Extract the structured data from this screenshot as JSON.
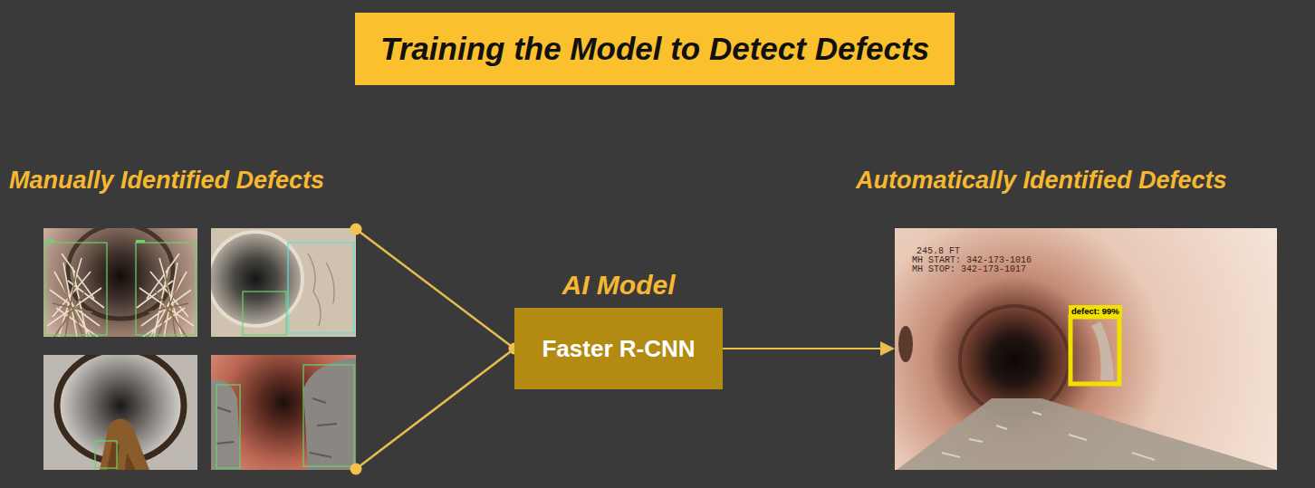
{
  "diagram": {
    "title": "Training the Model to Detect Defects",
    "nodes": [
      {
        "text": [
          "Manually Identified Defects"
        ]
      },
      {
        "text": [
          "AI Model",
          "Faster R-CNN"
        ]
      },
      {
        "text": [
          "Automatically Identified Defects"
        ]
      }
    ],
    "edges": [
      {
        "from": 0,
        "to": 1,
        "arrow": "none"
      },
      {
        "from": 1,
        "to": 2,
        "arrow": "to"
      }
    ],
    "labels": [
      "245.8 FT",
      "MH START: 342-173-1016",
      "MH STOP: 342-173-1017",
      "defect: 99%"
    ]
  }
}
